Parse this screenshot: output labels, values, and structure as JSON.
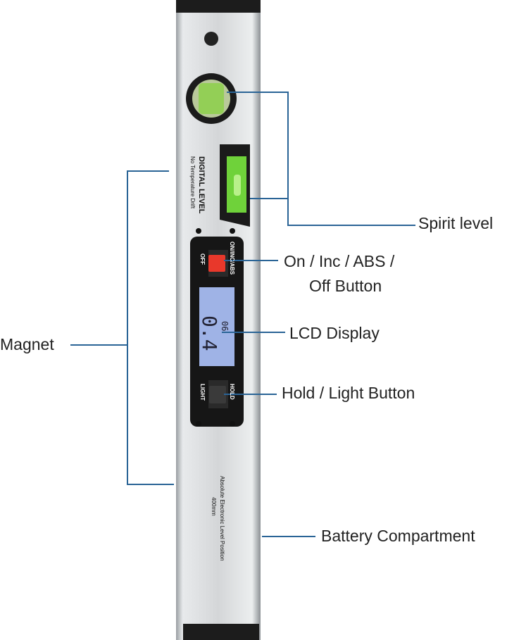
{
  "device": {
    "title": "DIGITAL LEVEL",
    "subtitle": "No Temperature Drift",
    "power_button_label": "ON/INC/ABS",
    "off_label": "OFF",
    "hold_label": "HOLD",
    "light_label": "LIGHT",
    "lcd_main": "0.4",
    "lcd_secondary": "06",
    "bottom_text": "Absolute Electronic Level Position",
    "size_text": "400mm"
  },
  "callouts": {
    "spirit_level": "Spirit level",
    "on_button_line1": "On / Inc / ABS /",
    "on_button_line2": "Off Button",
    "lcd": "LCD Display",
    "hold": "Hold / Light Button",
    "magnet": "Magnet",
    "battery": "Battery Compartment"
  },
  "colors": {
    "line": "#2a6496",
    "power_button": "#e8382b",
    "lcd": "#9fb3e6",
    "bubble": "#6fd23a",
    "body": "#d6d8da"
  }
}
